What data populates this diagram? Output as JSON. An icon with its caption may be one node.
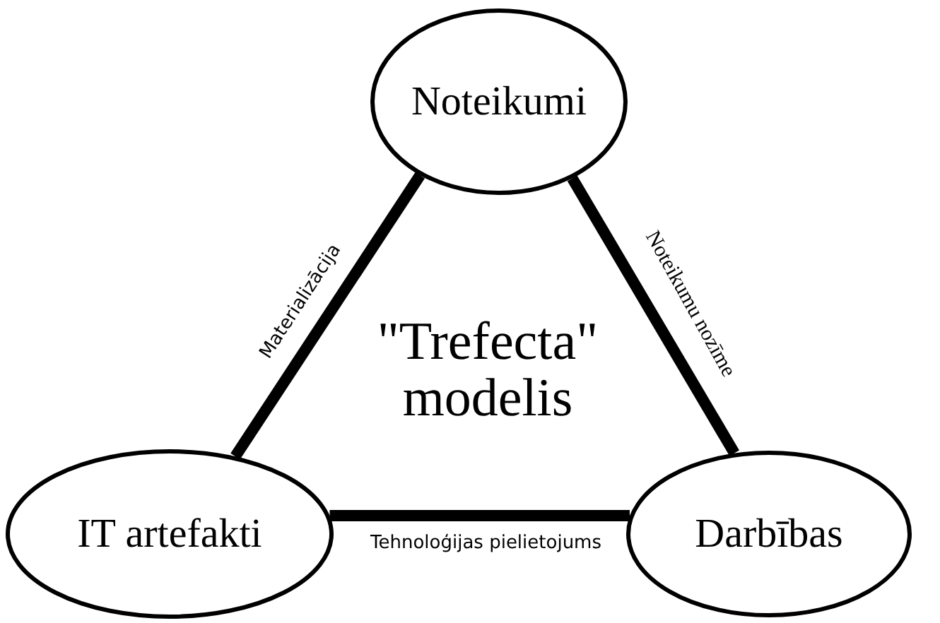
{
  "diagram": {
    "nodes": [
      {
        "text": [
          "Noteikumi"
        ]
      },
      {
        "text": [
          "IT artefakti"
        ]
      },
      {
        "text": [
          "Darbības"
        ]
      }
    ],
    "edges": [
      {
        "from": 0,
        "to": 1,
        "arrow": "none",
        "label": "Materializācija"
      },
      {
        "from": 0,
        "to": 2,
        "arrow": "none",
        "label": "Noteikumu nozīme"
      },
      {
        "from": 1,
        "to": 2,
        "arrow": "none",
        "label": "Tehnoloģijas pielietojums"
      }
    ],
    "labels": [
      "\"Trefecta\" modelis"
    ]
  }
}
